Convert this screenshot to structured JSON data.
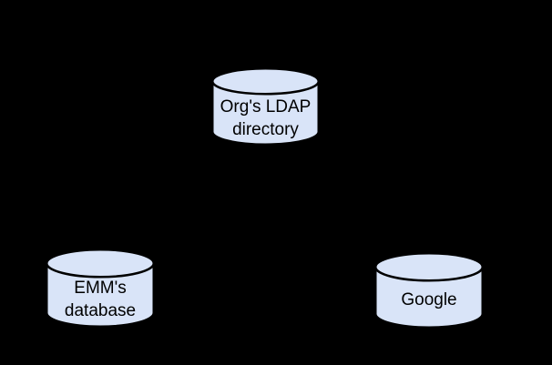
{
  "diagram": {
    "background_color": "#000000",
    "node_fill_color": "#d9e4f8",
    "node_stroke_color": "#000000",
    "label_color": "#000000",
    "nodes": [
      {
        "id": "orgs-ldap-directory",
        "shape": "database-cylinder",
        "label_lines": [
          "Org's LDAP",
          "directory"
        ]
      },
      {
        "id": "emms-database",
        "shape": "database-cylinder",
        "label_lines": [
          "EMM's",
          "database"
        ]
      },
      {
        "id": "google",
        "shape": "database-cylinder",
        "label_lines": [
          "Google"
        ]
      }
    ]
  }
}
